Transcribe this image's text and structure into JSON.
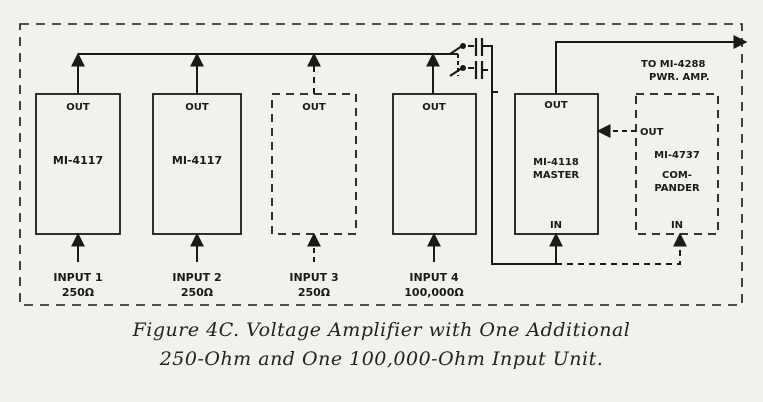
{
  "diagram": {
    "units": [
      {
        "out": "OUT",
        "name": [
          "MI-4117"
        ],
        "input": [
          "INPUT 1",
          "250Ω"
        ],
        "dashed": false
      },
      {
        "out": "OUT",
        "name": [
          "MI-4117"
        ],
        "input": [
          "INPUT 2",
          "250Ω"
        ],
        "dashed": false
      },
      {
        "out": "OUT",
        "name": [],
        "input": [
          "INPUT 3",
          "250Ω"
        ],
        "dashed": true
      },
      {
        "out": "OUT",
        "name": [],
        "input": [
          "INPUT 4",
          "100,000Ω"
        ],
        "dashed": false
      }
    ],
    "master": {
      "out": "OUT",
      "name": [
        "MI-4118",
        "MASTER"
      ],
      "in": "IN"
    },
    "compander": {
      "out": "OUT",
      "name": [
        "MI-4737",
        "COM-",
        "PANDER"
      ],
      "in": "IN"
    },
    "output_label": [
      "TO MI-4288",
      "PWR. AMP."
    ]
  },
  "caption": {
    "line1": "Figure 4C. Voltage Amplifier with One Additional",
    "line2": "250-Ohm and One 100,000-Ohm Input Unit."
  }
}
